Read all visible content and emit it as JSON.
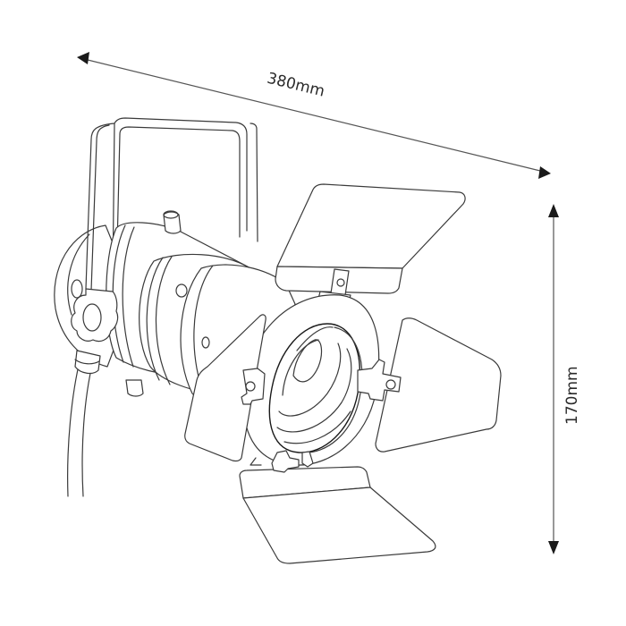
{
  "drawing": {
    "subject": "PAR spotlight with 4-leaf barn doors",
    "line_color": "#3a3a3a",
    "background": "#ffffff"
  },
  "dimensions": {
    "length": {
      "label": "380mm",
      "orientation": "diagonal",
      "arrow_color": "#1a1a1a"
    },
    "height": {
      "label": "170mm",
      "orientation": "vertical",
      "arrow_color": "#1a1a1a"
    }
  },
  "components": [
    {
      "name": "mounting-yoke"
    },
    {
      "name": "rear-housing"
    },
    {
      "name": "lamp-body"
    },
    {
      "name": "front-ring"
    },
    {
      "name": "lens"
    },
    {
      "name": "barn-door-top"
    },
    {
      "name": "barn-door-left"
    },
    {
      "name": "barn-door-right"
    },
    {
      "name": "barn-door-bottom"
    },
    {
      "name": "knob"
    },
    {
      "name": "power-cable"
    }
  ]
}
